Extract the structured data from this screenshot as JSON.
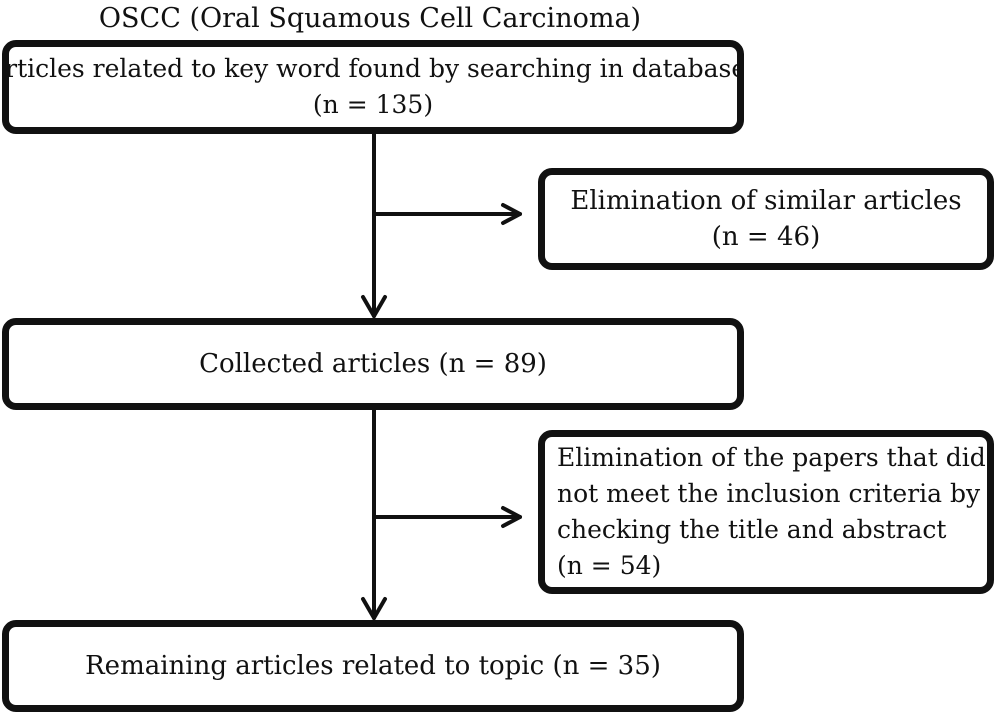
{
  "title": "OSCC (Oral Squamous Cell Carcinoma)",
  "nodes": {
    "search": {
      "line1": "Articles related to key word found by searching in databases",
      "line2": "(n = 135)"
    },
    "similar": {
      "line1": "Elimination of similar articles",
      "line2": "(n = 46)"
    },
    "collected": {
      "line1": "Collected articles (n = 89)"
    },
    "criteria": {
      "line1": "Elimination of the papers that did",
      "line2": "not meet the inclusion criteria by",
      "line3": "checking the title and abstract",
      "line4": "(n = 54)"
    },
    "remaining": {
      "line1": "Remaining articles related to topic (n = 35)"
    }
  },
  "edges": [
    {
      "from": "search",
      "to": "collected"
    },
    {
      "from": "search",
      "to": "similar"
    },
    {
      "from": "collected",
      "to": "remaining"
    },
    {
      "from": "collected",
      "to": "criteria"
    }
  ],
  "colors": {
    "stroke": "#111111",
    "background": "#ffffff"
  }
}
